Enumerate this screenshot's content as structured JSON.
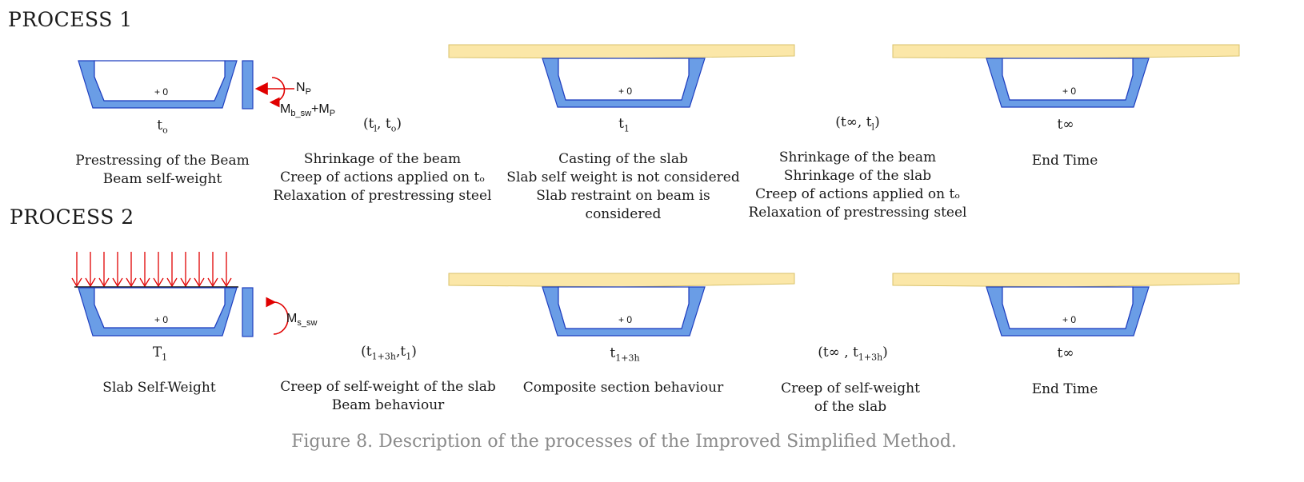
{
  "process1": {
    "title": "PROCESS 1",
    "stages": [
      {
        "time_main": "t",
        "time_sub": "o",
        "desc": [
          "Prestressing of the Beam",
          "Beam self-weight"
        ]
      },
      {
        "time_main": "(t",
        "time_sub": "l",
        "time_rest": ", t",
        "time_sub2": "o",
        "time_end": ")",
        "desc": [
          "Shrinkage of the beam",
          "Creep of actions applied on tₒ",
          "Relaxation of prestressing steel"
        ]
      },
      {
        "time_main": "t",
        "time_sub": "1",
        "desc": [
          "Casting of the slab",
          "Slab self weight is not considered",
          "Slab restraint on beam is",
          "considered"
        ]
      },
      {
        "time_main": "(t∞, t",
        "time_sub": "l",
        "time_end": ")",
        "desc": [
          "Shrinkage of the beam",
          "Shrinkage of the slab",
          "Creep of actions applied on tₒ",
          "Relaxation of prestressing steel"
        ]
      },
      {
        "time_main": "t∞",
        "desc": [
          "End Time"
        ]
      }
    ],
    "forces": {
      "np_main": "N",
      "np_sub": "P",
      "mb_main": "M",
      "mb_sub": "b_sw",
      "mp_main": "+M",
      "mp_sub": "P"
    }
  },
  "process2": {
    "title": "PROCESS 2",
    "stages": [
      {
        "time_main": "T",
        "time_sub": "1",
        "desc": [
          "Slab Self-Weight"
        ]
      },
      {
        "time_main": "(t",
        "time_sub": "1+3h",
        "time_rest": ",t",
        "time_sub2": "1",
        "time_end": ")",
        "desc": [
          "Creep of self-weight of the slab",
          "Beam behaviour"
        ]
      },
      {
        "time_main": "t",
        "time_sub": "1+3h",
        "desc": [
          "Composite section behaviour"
        ]
      },
      {
        "time_main": "(t∞ , t",
        "time_sub": "1+3h",
        "time_end": ")",
        "desc": [
          "Creep of self-weight",
          "of the slab"
        ]
      },
      {
        "time_main": "t∞",
        "desc": [
          "End Time"
        ]
      }
    ],
    "forces": {
      "ms_main": "M",
      "ms_sub": "s_sw"
    }
  },
  "centroid_label": "+ 0",
  "colors": {
    "beam_fill": "#6a9de6",
    "beam_stroke": "#1f3fbf",
    "slab_fill": "#fbe7a8",
    "slab_stroke": "#d9c26a",
    "force": "#e00000",
    "caption": "#8a8a8a"
  },
  "caption": "Figure 8. Description of the processes of the Improved Simplified Method."
}
